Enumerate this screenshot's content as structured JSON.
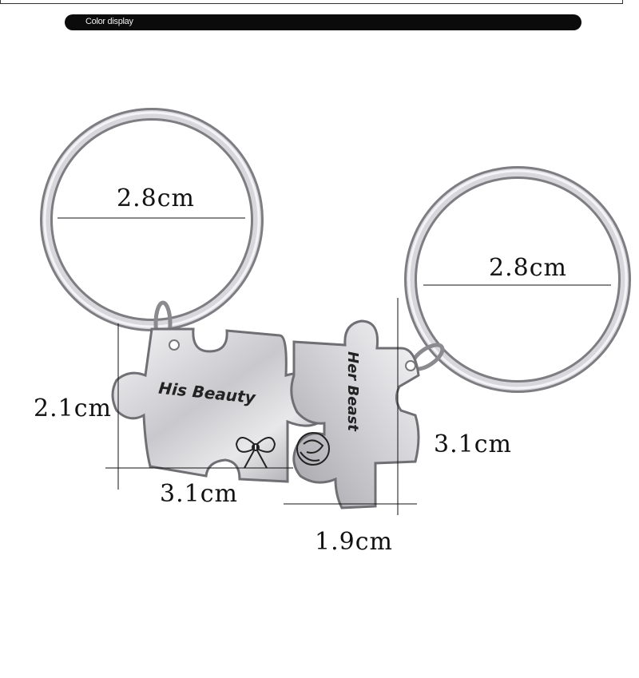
{
  "header": {
    "label": "Color display",
    "bar_color": "#0b0b0b"
  },
  "measurements": {
    "left_ring_diameter": "2.8cm",
    "right_ring_diameter": "2.8cm",
    "left_piece_height": "2.1cm",
    "left_piece_width": "3.1cm",
    "right_piece_height": "3.1cm",
    "right_piece_width": "1.9cm"
  },
  "engravings": {
    "left_piece": "His Beauty",
    "right_piece": "Her Beast"
  },
  "icons": [
    "bow-icon",
    "rose-icon"
  ]
}
